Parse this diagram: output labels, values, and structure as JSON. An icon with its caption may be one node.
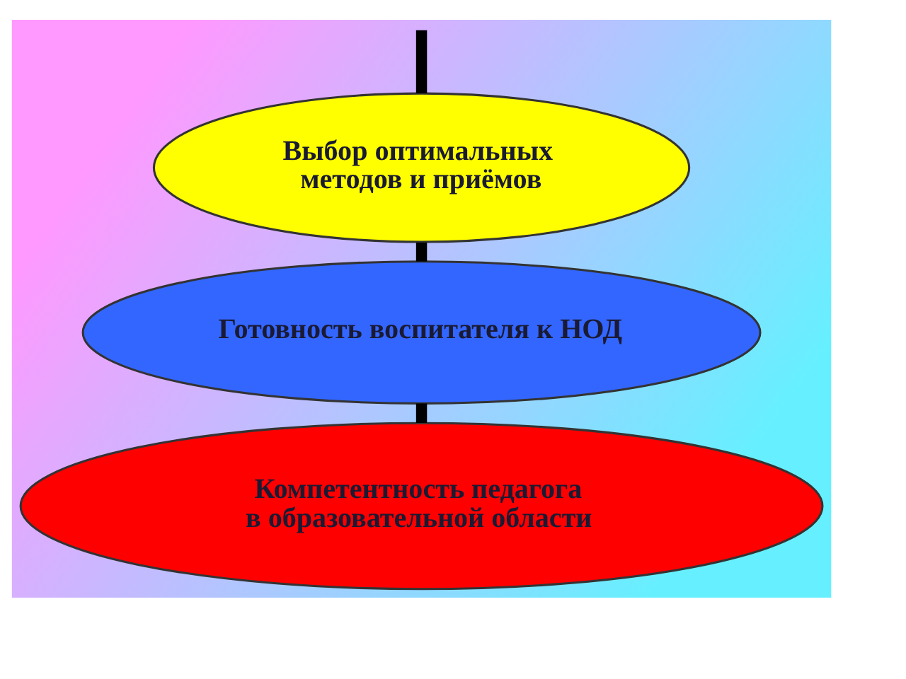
{
  "diagram": {
    "nodes": [
      {
        "text": [
          "Выбор оптимальных методов и приёмов"
        ]
      },
      {
        "text": [
          "Готовность воспитателя к НОД"
        ]
      },
      {
        "text": [
          "Компетентность педагога в образовательной области"
        ]
      }
    ],
    "edges": [
      {
        "from": null,
        "to": 0,
        "arrow": "none"
      },
      {
        "from": 0,
        "to": 1,
        "arrow": "none"
      },
      {
        "from": 1,
        "to": 2,
        "arrow": "none"
      }
    ]
  }
}
